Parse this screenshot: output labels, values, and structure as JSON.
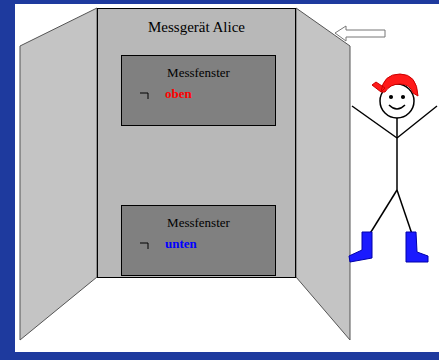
{
  "diagram": {
    "nodes": [
      {
        "text": [
          "Messgerät Alice"
        ]
      },
      {
        "text": [
          "Messfenster",
          "oben"
        ],
        "in": 0
      },
      {
        "text": [
          "Messfenster",
          "unten"
        ],
        "in": 0
      }
    ]
  }
}
